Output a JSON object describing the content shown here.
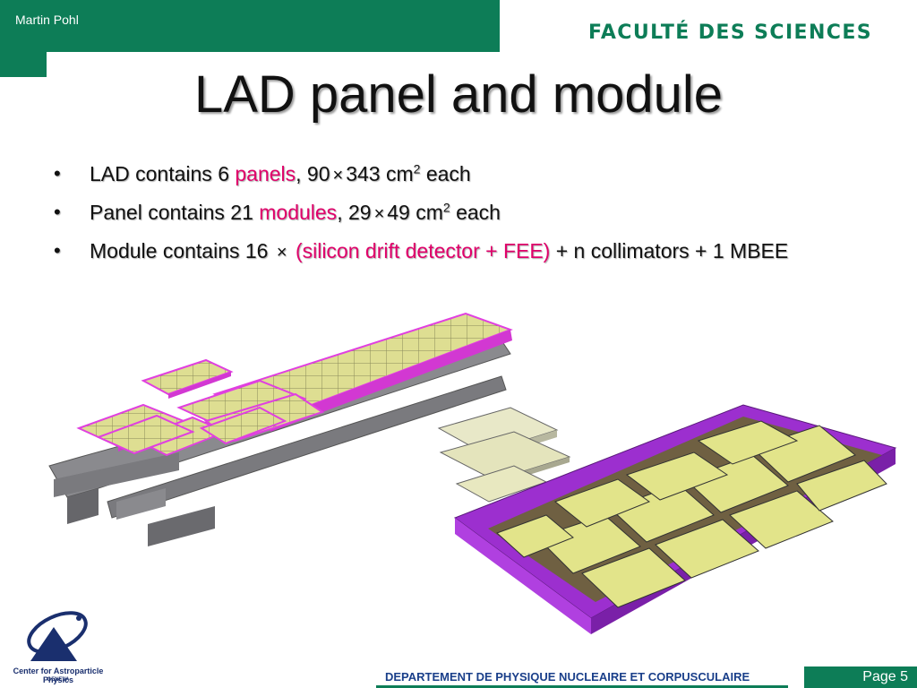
{
  "header": {
    "author": "Martin Pohl",
    "faculty": "FACULTÉ DES SCIENCES"
  },
  "title": "LAD panel and module",
  "bullets": [
    {
      "bullet": "•",
      "text_a": "LAD contains 6 ",
      "highlight": "panels",
      "text_b": ", 90",
      "times": "×",
      "text_c": "343 cm",
      "sup": "2",
      "text_d": " each"
    },
    {
      "bullet": "•",
      "text_a": "Panel contains 21 ",
      "highlight": "modules",
      "text_b": ", 29",
      "times": "×",
      "text_c": "49 cm",
      "sup": "2",
      "text_d": " each"
    },
    {
      "bullet": "•",
      "text_a": "Module contains 16 ",
      "times": "×",
      "highlight": "(silicon drift detector + FEE)",
      "text_b": " + n collimators + 1 MBEE"
    }
  ],
  "footer": {
    "department": "DEPARTEMENT DE PHYSIQUE NUCLEAIRE ET CORPUSCULAIRE",
    "page": "Page 5",
    "logo_line1": "Center for Astroparticle Physics",
    "logo_line2": "GENEVA"
  },
  "colors": {
    "brand_green": "#0d7d57",
    "highlight_magenta": "#e0006a",
    "footer_blue": "#1a3f8a",
    "tile_yellow": "#dede92",
    "panel_magenta": "#e040e0",
    "frame_gray": "#7a7a7e"
  },
  "icons": [
    "cap-logo-icon"
  ]
}
